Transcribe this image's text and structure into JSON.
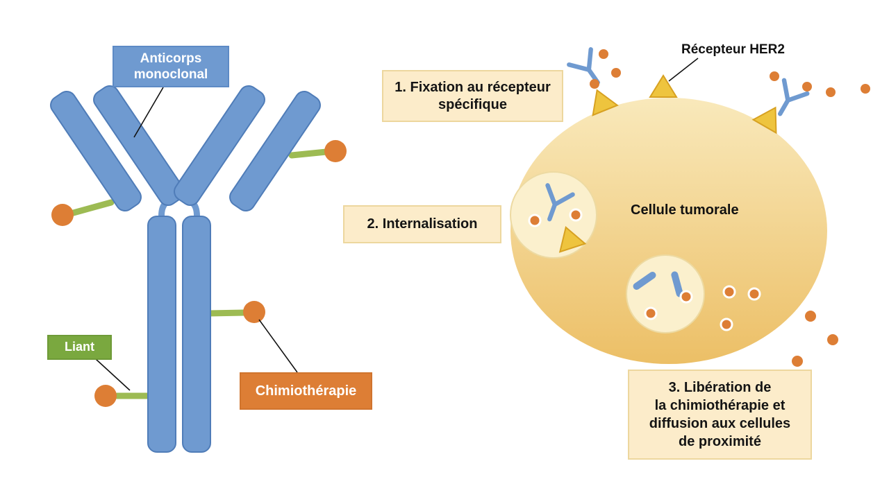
{
  "antibody": {
    "label": "Anticorps\nmonoclonal",
    "linker_label": "Liant",
    "chemo_label": "Chimiothérapie"
  },
  "cell": {
    "label": "Cellule tumorale",
    "receptor_label": "Récepteur HER2"
  },
  "steps": {
    "step1": "1. Fixation au récepteur\nspécifique",
    "step2": "2. Internalisation",
    "step3": "3. Libération de\nla chimiothérapie et\ndiffusion aux cellules\nde proximité"
  },
  "colors": {
    "antibody_blue": "#6f9ad0",
    "antibody_blue_border": "#4f7cb8",
    "linker_green": "#9dbb53",
    "chemo_orange": "#dd7e35",
    "label_blue_box": "#6f9ad0",
    "label_green_box": "#7aa83f",
    "label_orange_box": "#dd7e35",
    "receptor_yellow": "#eec43e",
    "receptor_yellow_border": "#d7a122",
    "cell_gradient_top": "#f9e9bb",
    "cell_gradient_bottom": "#ecbf66",
    "vesicle_fill": "#fbf0cd",
    "step_box_fill": "#fcecca",
    "step_box_border": "#edd79e"
  }
}
